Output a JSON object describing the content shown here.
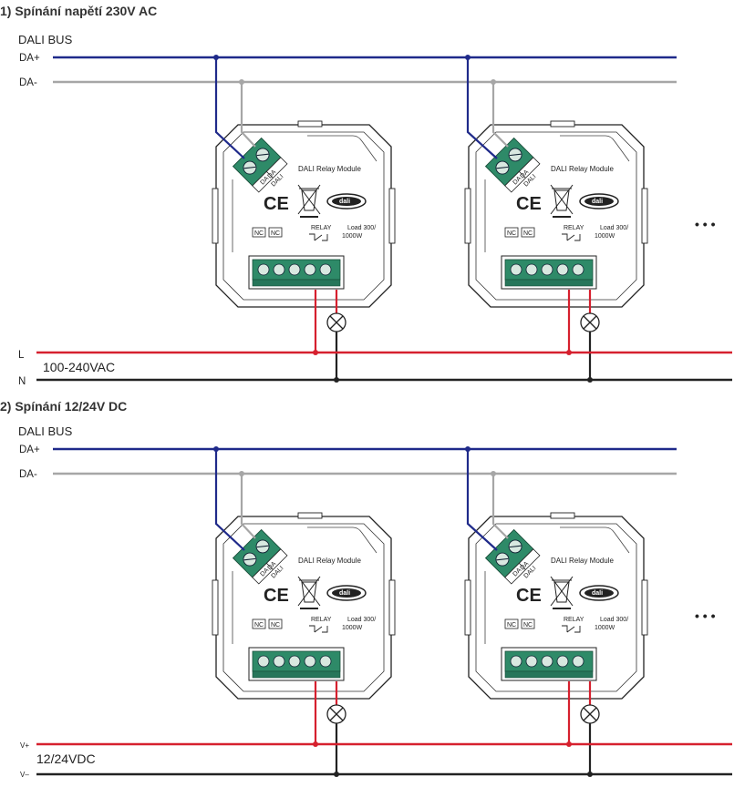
{
  "sections": [
    {
      "heading": "1) Spínání napětí 230V AC",
      "bus_title": "DALI BUS",
      "bus_plus": "DA+",
      "bus_minus": "DA-",
      "line1": "L",
      "line2": "N",
      "supply": "100-240VAC"
    },
    {
      "heading": "2) Spínání 12/24V DC",
      "bus_title": "DALI BUS",
      "bus_plus": "DA+",
      "bus_minus": "DA-",
      "line1": "V+",
      "line2": "V–",
      "supply": "12/24VDC"
    }
  ],
  "module": {
    "name": "DALI Relay Module",
    "ce": "CE",
    "dali_logo": "dali",
    "terminal_da": "DA",
    "terminal_dali": "DALI",
    "nc": "NC",
    "relay": "RELAY",
    "load_line1": "Load 300/",
    "load_line2": "1000W"
  },
  "continuation": "• • •",
  "colors": {
    "da_plus": "#1f2a8a",
    "da_minus": "#a6a6a6",
    "live": "#d6202e",
    "neutral": "#222222",
    "terminal": "#2e8a68"
  }
}
